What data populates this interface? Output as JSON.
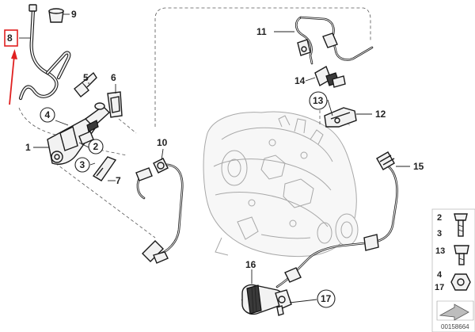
{
  "callouts": {
    "p1": "1",
    "p2": "2",
    "p3": "3",
    "p4": "4",
    "p5": "5",
    "p6": "6",
    "p7": "7",
    "p8": "8",
    "p9": "9",
    "p10": "10",
    "p11": "11",
    "p12": "12",
    "p13": "13",
    "p14": "14",
    "p15": "15",
    "p16": "16",
    "p17": "17"
  },
  "legend": {
    "a": "2",
    "b": "3",
    "c": "13",
    "d": "4",
    "e": "17"
  },
  "reference_number": "00158664",
  "highlight_color": "#e02020"
}
